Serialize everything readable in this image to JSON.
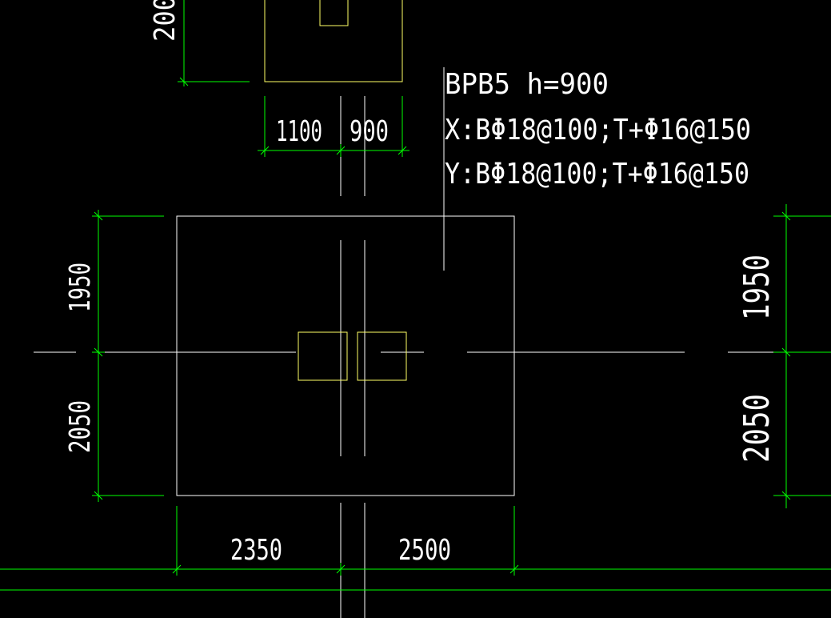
{
  "colors": {
    "background": "#000000",
    "outline": "#ffffff",
    "dimension": "#00ff00",
    "column": "#ffff66",
    "text": "#ffffff"
  },
  "annotation": {
    "title": "BPB5  h=900",
    "line_x": "X:BΦ18@100;T+Φ16@150",
    "line_y": "Y:BΦ18@100;T+Φ16@150"
  },
  "dimensions": {
    "top_partial": "200",
    "top_left": "1100",
    "top_right": "900",
    "left_upper": "1950",
    "left_lower": "2050",
    "right_upper": "1950",
    "right_lower": "2050",
    "bottom_left": "2350",
    "bottom_right": "2500"
  }
}
